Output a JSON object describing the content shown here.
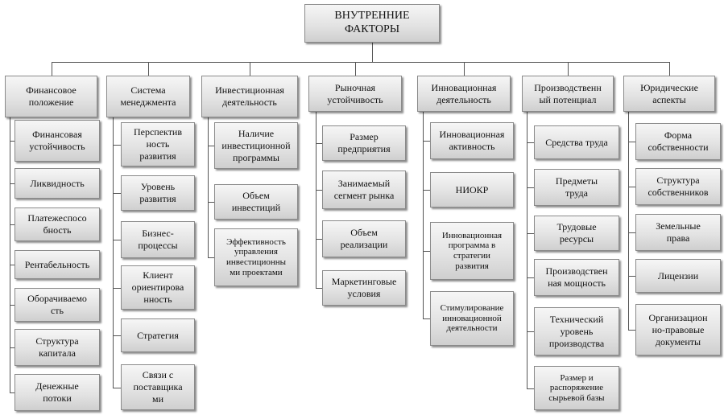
{
  "root": {
    "label": "ВНУТРЕННИЕ\nФАКТОРЫ"
  },
  "categories": [
    {
      "label": "Финансовое\nположение",
      "items": [
        "Финансовая\nустойчивость",
        "Ликвидность",
        "Платежеспосо\nбность",
        "Рентабельность",
        "Оборачиваемо\nсть",
        "Структура\nкапитала",
        "Денежные\nпотоки"
      ]
    },
    {
      "label": "Система\nменеджмента",
      "items": [
        "Перспектив\nность\nразвития",
        "Уровень\nразвития",
        "Бизнес-\nпроцессы",
        "Клиент\nориентирова\nнность",
        "Стратегия",
        "Связи с\nпоставщика\nми"
      ]
    },
    {
      "label": "Инвестиционная\nдеятельность",
      "items": [
        "Наличие\nинвестиционной\nпрограммы",
        "Объем\nинвестиций",
        "Эффективность\nуправления\nинвестиционны\nми проектами"
      ]
    },
    {
      "label": "Рыночная\nустойчивость",
      "items": [
        "Размер\nпредприятия",
        "Занимаемый\nсегмент рынка",
        "Объем\nреализации",
        "Маркетинговые\nусловия"
      ]
    },
    {
      "label": "Инновационная\nдеятельность",
      "items": [
        "Инновационная\nактивность",
        "НИОКР",
        "Инновационная\nпрограмма в\nстратегии\nразвития",
        "Стимулирование\nинновационной\nдеятельности"
      ]
    },
    {
      "label": "Производственн\nый потенциал",
      "items": [
        "Средства труда",
        "Предметы\nтруда",
        "Трудовые\nресурсы",
        "Производствен\nная мощность",
        "Технический\nуровень\nпроизводства",
        "Размер и\nраспоряжение\nсырьевой базы"
      ]
    },
    {
      "label": "Юридические\nаспекты",
      "items": [
        "Форма\nсобственности",
        "Структура\nсобственников",
        "Земельные\nправа",
        "Лицензии",
        "Организацион\nно-правовые\nдокументы"
      ]
    }
  ]
}
